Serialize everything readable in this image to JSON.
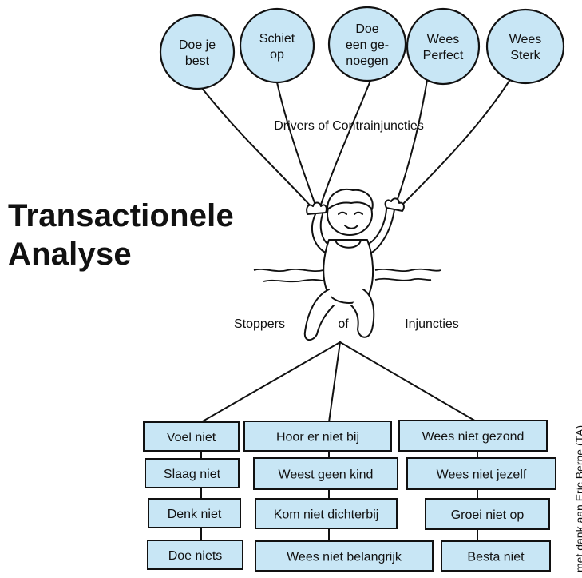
{
  "title": {
    "line1": "Transactionele",
    "line2": "Analyse"
  },
  "drivers_label": "Drivers of Contrainjuncties",
  "drivers": [
    {
      "lines": [
        "Doe je",
        "best"
      ]
    },
    {
      "lines": [
        "Schiet",
        "op"
      ]
    },
    {
      "lines": [
        "Doe",
        "een ge-",
        "noegen"
      ]
    },
    {
      "lines": [
        "Wees",
        "Perfect"
      ]
    },
    {
      "lines": [
        "Wees",
        "Sterk"
      ]
    }
  ],
  "middle_labels": {
    "left": "Stoppers",
    "center": "of",
    "right": "Injuncties"
  },
  "injunctions": [
    [
      "Voel niet",
      "Slaag niet",
      "Denk niet",
      "Doe niets"
    ],
    [
      "Hoor er niet bij",
      "Weest geen kind",
      "Kom niet dichterbij",
      "Wees niet belangrijk"
    ],
    [
      "Wees niet gezond",
      "Wees niet jezelf",
      "Groei niet op",
      "Besta niet"
    ]
  ],
  "credit": "met dank aan Eric Berne (TA)",
  "colors": {
    "balloon_fill": "#c8e6f5",
    "box_fill": "#c8e6f5",
    "stroke": "#111111"
  }
}
